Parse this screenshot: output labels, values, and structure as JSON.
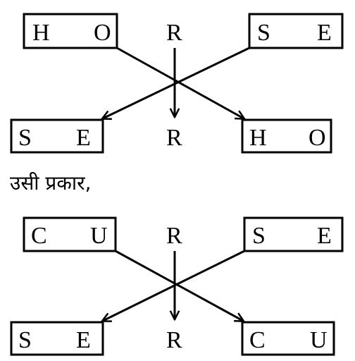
{
  "caption": "उसी प्रकार,",
  "diagrams": [
    {
      "top": {
        "left_box": [
          "H",
          "O"
        ],
        "middle": "R",
        "right_box": [
          "S",
          "E"
        ]
      },
      "bottom": {
        "left_box": [
          "S",
          "E"
        ],
        "middle": "R",
        "right_box": [
          "H",
          "O"
        ]
      }
    },
    {
      "top": {
        "left_box": [
          "C",
          "U"
        ],
        "middle": "R",
        "right_box": [
          "S",
          "E"
        ]
      },
      "bottom": {
        "left_box": [
          "S",
          "E"
        ],
        "middle": "R",
        "right_box": [
          "C",
          "U"
        ]
      }
    }
  ]
}
